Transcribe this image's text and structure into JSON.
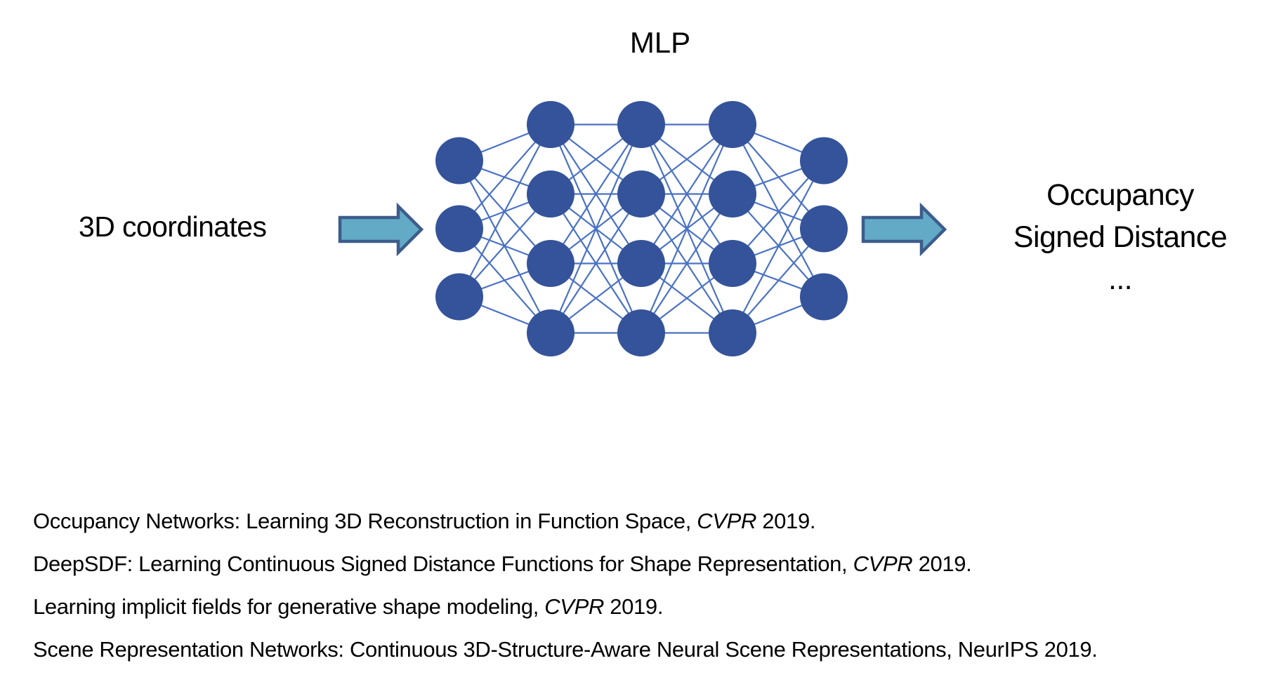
{
  "diagram": {
    "title": "MLP",
    "input_label": "3D coordinates",
    "output_labels": [
      "Occupancy",
      "Signed Distance",
      "..."
    ],
    "network": {
      "layers": [
        3,
        4,
        4,
        4,
        3
      ],
      "fully_connected": true
    },
    "colors": {
      "node": "#34539a",
      "edge": "#4a72c4",
      "arrow_fill": "#62aac6",
      "arrow_stroke": "#3d5c8c"
    }
  },
  "references": [
    {
      "text": "Occupancy Networks: Learning 3D Reconstruction in Function Space, ",
      "venue": "CVPR",
      "year": " 2019."
    },
    {
      "text": "DeepSDF: Learning Continuous Signed Distance Functions for Shape Representation, ",
      "venue": "CVPR",
      "year": " 2019."
    },
    {
      "text": "Learning implicit fields for generative shape modeling, ",
      "venue": "CVPR",
      "year": " 2019."
    },
    {
      "text": "Scene Representation Networks: Continuous 3D-Structure-Aware Neural Scene Representations, NeurIPS 2019.",
      "venue": "",
      "year": ""
    }
  ]
}
